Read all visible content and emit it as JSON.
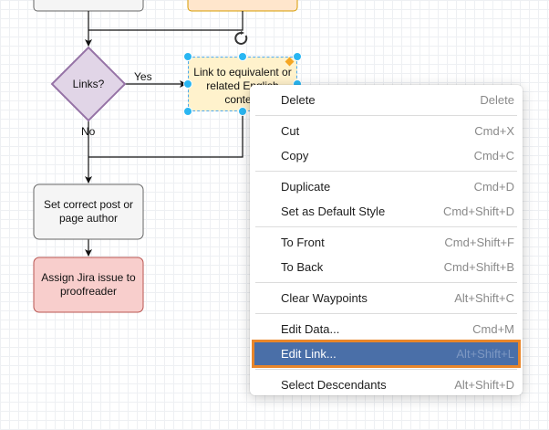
{
  "diagram": {
    "nodes": {
      "links_decision": "Links?",
      "link_equivalent": "Link to equivalent or related English content",
      "set_author": "Set correct post or page author",
      "assign_jira": "Assign Jira issue to proofreader"
    },
    "edge_labels": {
      "yes": "Yes",
      "no": "No"
    },
    "colors": {
      "decision_fill": "#e1d5e7",
      "decision_stroke": "#9673a6",
      "process_fill": "#f5f5f5",
      "process_stroke": "#666666",
      "proofread_fill": "#f8cecc",
      "proofread_stroke": "#b85450",
      "note_fill": "#fff2cc",
      "orange_fill": "#ffe6cc",
      "orange_stroke": "#d79b00",
      "selection": "#29b6f2"
    }
  },
  "context_menu": {
    "groups": [
      [
        {
          "label": "Delete",
          "shortcut": "Delete"
        }
      ],
      [
        {
          "label": "Cut",
          "shortcut": "Cmd+X"
        },
        {
          "label": "Copy",
          "shortcut": "Cmd+C"
        }
      ],
      [
        {
          "label": "Duplicate",
          "shortcut": "Cmd+D"
        },
        {
          "label": "Set as Default Style",
          "shortcut": "Cmd+Shift+D"
        }
      ],
      [
        {
          "label": "To Front",
          "shortcut": "Cmd+Shift+F"
        },
        {
          "label": "To Back",
          "shortcut": "Cmd+Shift+B"
        }
      ],
      [
        {
          "label": "Clear Waypoints",
          "shortcut": "Alt+Shift+C"
        }
      ],
      [
        {
          "label": "Edit Data...",
          "shortcut": "Cmd+M"
        },
        {
          "label": "Edit Link...",
          "shortcut": "Alt+Shift+L",
          "highlighted": true
        }
      ],
      [
        {
          "label": "Select Descendants",
          "shortcut": "Alt+Shift+D"
        }
      ]
    ],
    "highlight_color": "#4a6fa8",
    "focus_outline_color": "#e9862a"
  }
}
